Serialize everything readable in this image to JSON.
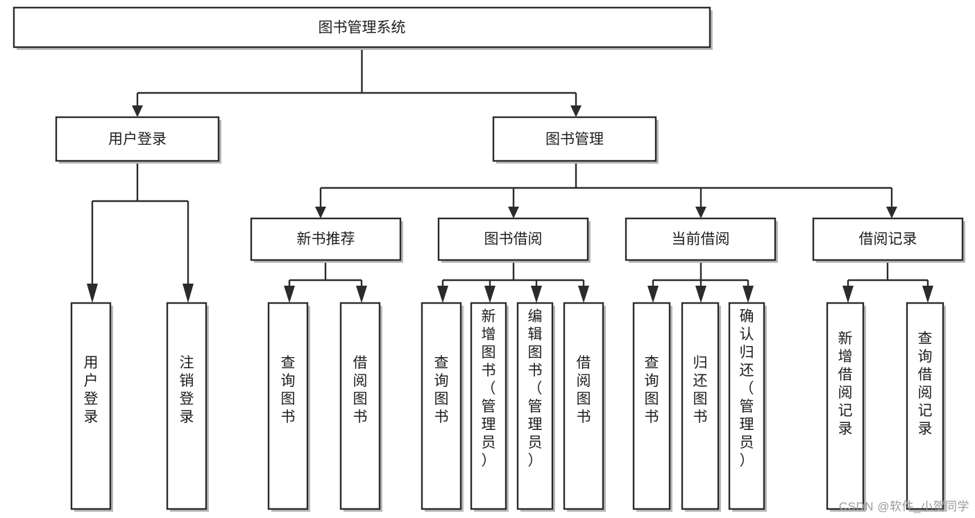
{
  "diagram": {
    "type": "tree",
    "orientation": "top-down",
    "title": "图书管理系统",
    "watermark": "CSDN @软件_小贺同学",
    "colors": {
      "box_fill": "#ffffff",
      "box_stroke": "#2b2b2b",
      "text": "#1d1d1d",
      "shadow": "#b9b9b9",
      "watermark": "#9a9a9a",
      "background": "#ffffff"
    },
    "nodes": {
      "root": {
        "label": "图书管理系统",
        "level": 0,
        "orientation": "horizontal"
      },
      "l1": [
        {
          "id": "user-login",
          "label": "用户登录",
          "level": 1,
          "orientation": "horizontal"
        },
        {
          "id": "book-manage",
          "label": "图书管理",
          "level": 1,
          "orientation": "horizontal"
        }
      ],
      "l2": [
        {
          "id": "new-book-rec",
          "label": "新书推荐",
          "level": 2,
          "orientation": "horizontal",
          "parent": "book-manage"
        },
        {
          "id": "book-borrow",
          "label": "图书借阅",
          "level": 2,
          "orientation": "horizontal",
          "parent": "book-manage"
        },
        {
          "id": "current-borrow",
          "label": "当前借阅",
          "level": 2,
          "orientation": "horizontal",
          "parent": "book-manage"
        },
        {
          "id": "borrow-record",
          "label": "借阅记录",
          "level": 2,
          "orientation": "horizontal",
          "parent": "book-manage"
        }
      ],
      "leaves": [
        {
          "id": "leaf-user-login",
          "label": "用户登录",
          "parent": "user-login",
          "orientation": "vertical"
        },
        {
          "id": "leaf-logout",
          "label": "注销登录",
          "parent": "user-login",
          "orientation": "vertical"
        },
        {
          "id": "leaf-query-book-1",
          "label": "查询图书",
          "parent": "new-book-rec",
          "orientation": "vertical"
        },
        {
          "id": "leaf-borrow-book-1",
          "label": "借阅图书",
          "parent": "new-book-rec",
          "orientation": "vertical"
        },
        {
          "id": "leaf-query-book-2",
          "label": "查询图书",
          "parent": "book-borrow",
          "orientation": "vertical"
        },
        {
          "id": "leaf-add-book",
          "label": "新增图书（管理员）",
          "parent": "book-borrow",
          "orientation": "vertical"
        },
        {
          "id": "leaf-edit-book",
          "label": "编辑图书（管理员）",
          "parent": "book-borrow",
          "orientation": "vertical"
        },
        {
          "id": "leaf-borrow-book-2",
          "label": "借阅图书",
          "parent": "book-borrow",
          "orientation": "vertical"
        },
        {
          "id": "leaf-query-book-3",
          "label": "查询图书",
          "parent": "current-borrow",
          "orientation": "vertical"
        },
        {
          "id": "leaf-return-book",
          "label": "归还图书",
          "parent": "current-borrow",
          "orientation": "vertical"
        },
        {
          "id": "leaf-confirm-return",
          "label": "确认归还（管理员）",
          "parent": "current-borrow",
          "orientation": "vertical"
        },
        {
          "id": "leaf-add-record",
          "label": "新增借阅记录",
          "parent": "borrow-record",
          "orientation": "vertical"
        },
        {
          "id": "leaf-query-record",
          "label": "查询借阅记录",
          "parent": "borrow-record",
          "orientation": "vertical"
        }
      ]
    }
  }
}
